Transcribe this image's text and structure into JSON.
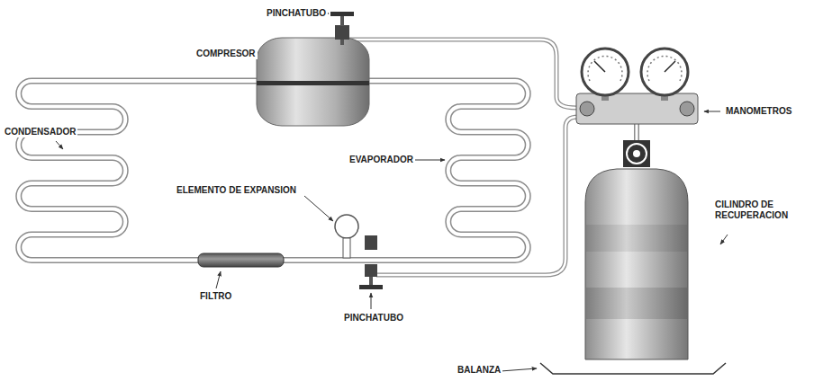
{
  "diagram": {
    "labels": [
      "PINCHATUBO",
      "COMPRESOR",
      "CONDENSADOR",
      "MANOMETROS",
      "EVAPORADOR",
      "ELEMENTO DE EXPANSION",
      "CILINDRO DE RECUPERACION",
      "FILTRO",
      "PINCHATUBO",
      "BALANZA"
    ]
  }
}
